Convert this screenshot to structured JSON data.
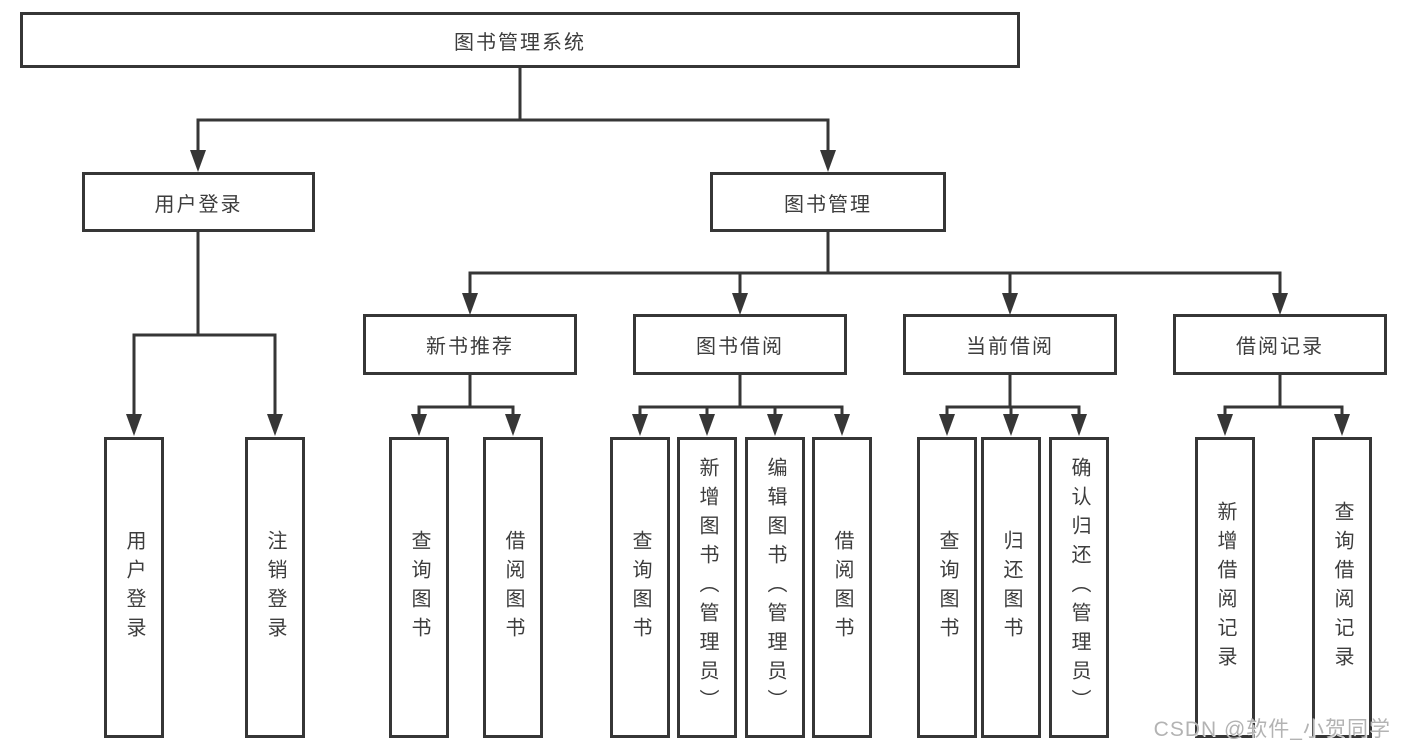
{
  "diagram": {
    "title": "图书管理系统",
    "root": {
      "label": "图书管理系统"
    },
    "level2": [
      {
        "label": "用户登录"
      },
      {
        "label": "图书管理"
      }
    ],
    "level3": [
      {
        "label": "新书推荐"
      },
      {
        "label": "图书借阅"
      },
      {
        "label": "当前借阅"
      },
      {
        "label": "借阅记录"
      }
    ],
    "leaves": {
      "user_login": [
        {
          "label": "用户登录"
        },
        {
          "label": "注销登录"
        }
      ],
      "new_books": [
        {
          "label": "查询图书"
        },
        {
          "label": "借阅图书"
        }
      ],
      "book_borrow": [
        {
          "label": "查询图书"
        },
        {
          "label": "新增图书（管理员）"
        },
        {
          "label": "编辑图书（管理员）"
        },
        {
          "label": "借阅图书"
        }
      ],
      "current_borrow": [
        {
          "label": "查询图书"
        },
        {
          "label": "归还图书"
        },
        {
          "label": "确认归还（管理员）"
        }
      ],
      "borrow_records": [
        {
          "label": "新增借阅记录"
        },
        {
          "label": "查询借阅记录"
        }
      ]
    },
    "watermark": "CSDN @软件_小贺同学",
    "colors": {
      "line": "#363636",
      "text": "#3d3d3d",
      "watermark": "#b3b3b3",
      "background": "#ffffff"
    }
  }
}
